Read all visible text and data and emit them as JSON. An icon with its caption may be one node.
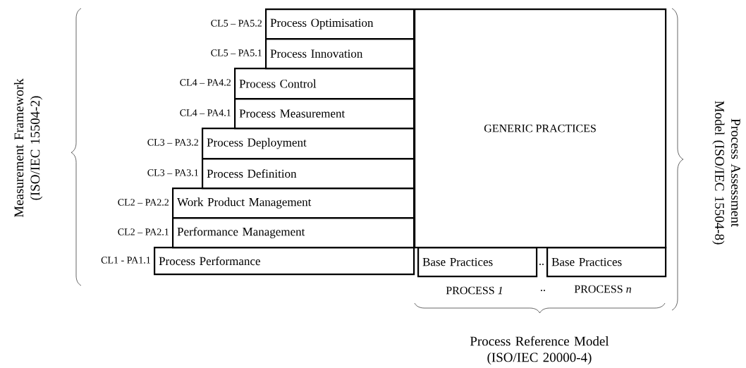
{
  "diagram": {
    "nodes": [
      {
        "text": [
          "Process Optimisation"
        ],
        "beside": [
          "CL5 – PA5.2"
        ]
      },
      {
        "text": [
          "Process Innovation"
        ],
        "beside": [
          "CL5 – PA5.1"
        ]
      },
      {
        "text": [
          "Process Control"
        ],
        "beside": [
          "CL4 – PA4.2"
        ]
      },
      {
        "text": [
          "Process Measurement"
        ],
        "beside": [
          "CL4 – PA4.1"
        ]
      },
      {
        "text": [
          "Process Deployment"
        ],
        "beside": [
          "CL3 – PA3.2"
        ]
      },
      {
        "text": [
          "Process Definition"
        ],
        "beside": [
          "CL3 – PA3.1"
        ]
      },
      {
        "text": [
          "Work Product Management"
        ],
        "beside": [
          "CL2 – PA2.2"
        ]
      },
      {
        "text": [
          "Performance Management"
        ],
        "beside": [
          "CL2 – PA2.1"
        ]
      },
      {
        "text": [
          "Process Performance"
        ],
        "beside": [
          "CL1 - PA1.1"
        ]
      },
      {
        "text": [
          "GENERIC PRACTICES"
        ]
      },
      {
        "text": [
          "Base Practices"
        ],
        "beside": [
          "PROCESS *1*"
        ]
      },
      {
        "text": [
          "Base Practices"
        ],
        "beside": [
          "PROCESS *n*"
        ]
      }
    ],
    "edges": [],
    "labels": [
      "Measurement Framework (ISO/IEC 15504-2)",
      "..",
      "..",
      "Process Assessment Model (ISO/IEC 15504-8)",
      "Process Reference Model (ISO/IEC 20000-4)"
    ]
  }
}
